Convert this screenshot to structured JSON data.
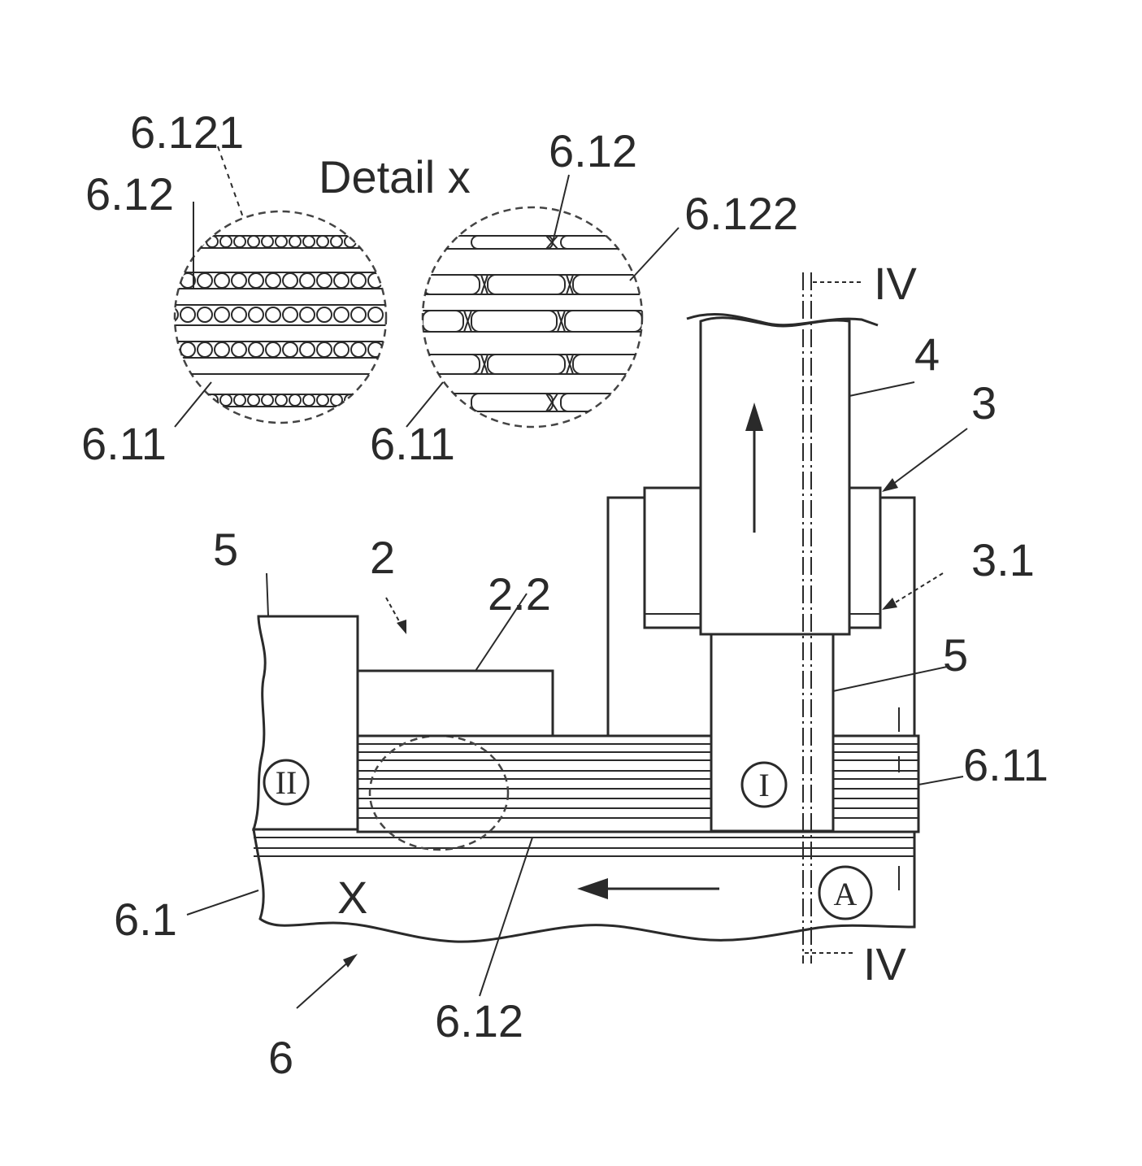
{
  "labels": {
    "detail_title": "Detail x",
    "l_6_121": "6.121",
    "l_6_12_left": "6.12",
    "l_6_11_left": "6.11",
    "l_6_12_right": "6.12",
    "l_6_122": "6.122",
    "l_6_11_right": "6.11",
    "l_IV_top": "IV",
    "l_IV_bottom": "IV",
    "l_4": "4",
    "l_3": "3",
    "l_3_1": "3.1",
    "l_5_left": "5",
    "l_2": "2",
    "l_2_2": "2.2",
    "l_5_right": "5",
    "l_6_11_main": "6.11",
    "l_6_1": "6.1",
    "l_x": "X",
    "l_6_12_bottom": "6.12",
    "l_6": "6",
    "station_II": "II",
    "station_I": "I",
    "station_A": "A"
  },
  "icons": {
    "arrow_up": "arrow-up-icon",
    "arrow_left": "arrow-left-icon"
  }
}
